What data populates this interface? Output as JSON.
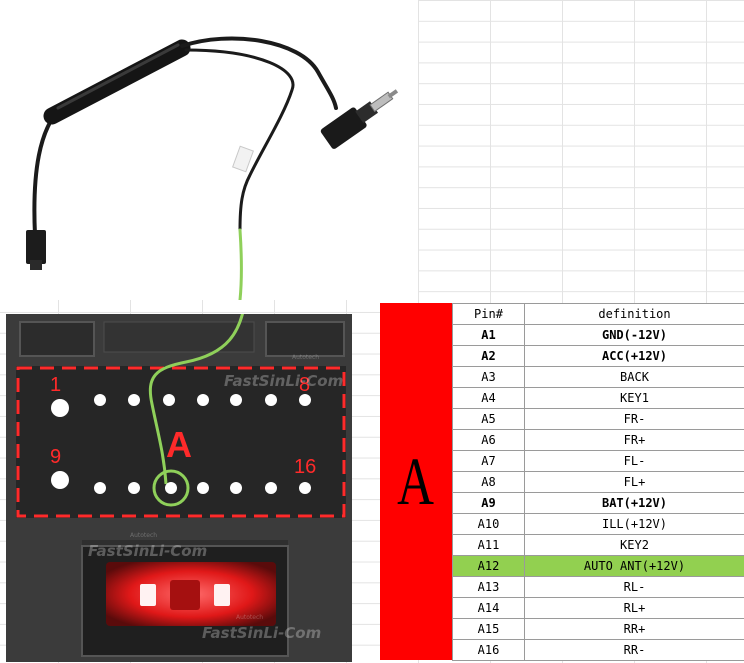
{
  "connector": {
    "group": "A",
    "pin_labels": {
      "first_top": "1",
      "last_top": "8",
      "first_bottom": "9",
      "last_bottom": "16"
    },
    "highlighted_pin": "A12",
    "colors": {
      "marking": "#ff2a2a",
      "antenna_wire": "#8fd05a",
      "highlight_row": "#92d050",
      "group_cell": "#ff0000"
    },
    "watermarks": [
      "FastSinLi-Com",
      "FastSinLi-Com",
      "FastSinLi-Com"
    ],
    "watermark_small": "Autotech"
  },
  "cable_photo": {
    "tag_text": ""
  },
  "table": {
    "group_label": "A",
    "headers": {
      "pin": "Pin#",
      "definition": "definition"
    },
    "rows": [
      {
        "pin": "A1",
        "definition": "GND(-12V)",
        "bold": true,
        "highlight": false
      },
      {
        "pin": "A2",
        "definition": "ACC(+12V)",
        "bold": true,
        "highlight": false
      },
      {
        "pin": "A3",
        "definition": "BACK",
        "bold": false,
        "highlight": false
      },
      {
        "pin": "A4",
        "definition": "KEY1",
        "bold": false,
        "highlight": false
      },
      {
        "pin": "A5",
        "definition": "FR-",
        "bold": false,
        "highlight": false
      },
      {
        "pin": "A6",
        "definition": "FR+",
        "bold": false,
        "highlight": false
      },
      {
        "pin": "A7",
        "definition": "FL-",
        "bold": false,
        "highlight": false
      },
      {
        "pin": "A8",
        "definition": "FL+",
        "bold": false,
        "highlight": false
      },
      {
        "pin": "A9",
        "definition": "BAT(+12V)",
        "bold": true,
        "highlight": false
      },
      {
        "pin": "A10",
        "definition": "ILL(+12V)",
        "bold": false,
        "highlight": false
      },
      {
        "pin": "A11",
        "definition": "KEY2",
        "bold": false,
        "highlight": false
      },
      {
        "pin": "A12",
        "definition": "AUTO ANT(+12V)",
        "bold": false,
        "highlight": true
      },
      {
        "pin": "A13",
        "definition": "RL-",
        "bold": false,
        "highlight": false
      },
      {
        "pin": "A14",
        "definition": "RL+",
        "bold": false,
        "highlight": false
      },
      {
        "pin": "A15",
        "definition": "RR+",
        "bold": false,
        "highlight": false
      },
      {
        "pin": "A16",
        "definition": "RR-",
        "bold": false,
        "highlight": false
      }
    ]
  }
}
